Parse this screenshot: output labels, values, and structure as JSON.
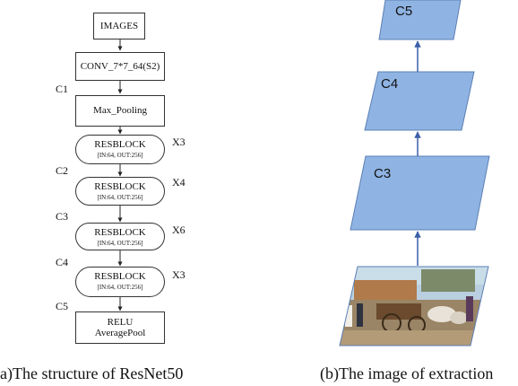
{
  "left_diagram": {
    "boxes": {
      "images": "IMAGES",
      "conv": "CONV_7*7_64(S2)",
      "maxpool": "Max_Pooling",
      "relu_line1": "RELU",
      "relu_line2": "AveragePool"
    },
    "resblocks": [
      {
        "title": "RESBLOCK",
        "sub": "[IN:64, OUT:256]",
        "repeat": "X3"
      },
      {
        "title": "RESBLOCK",
        "sub": "[IN:64, OUT:256]",
        "repeat": "X4"
      },
      {
        "title": "RESBLOCK",
        "sub": "[IN:64, OUT:256]",
        "repeat": "X6"
      },
      {
        "title": "RESBLOCK",
        "sub": "[IN:64, OUT:256]",
        "repeat": "X3"
      }
    ],
    "stage_labels": [
      "C1",
      "C2",
      "C3",
      "C4",
      "C5"
    ],
    "caption": "(a)The structure of ResNet50"
  },
  "right_diagram": {
    "planes": [
      "C5",
      "C4",
      "C3"
    ],
    "colors": {
      "plane_fill": "#8fb4e3",
      "plane_edge": "#5b7fb5",
      "arrow": "#3b5fa8"
    },
    "caption": "(b)The image of extraction"
  }
}
